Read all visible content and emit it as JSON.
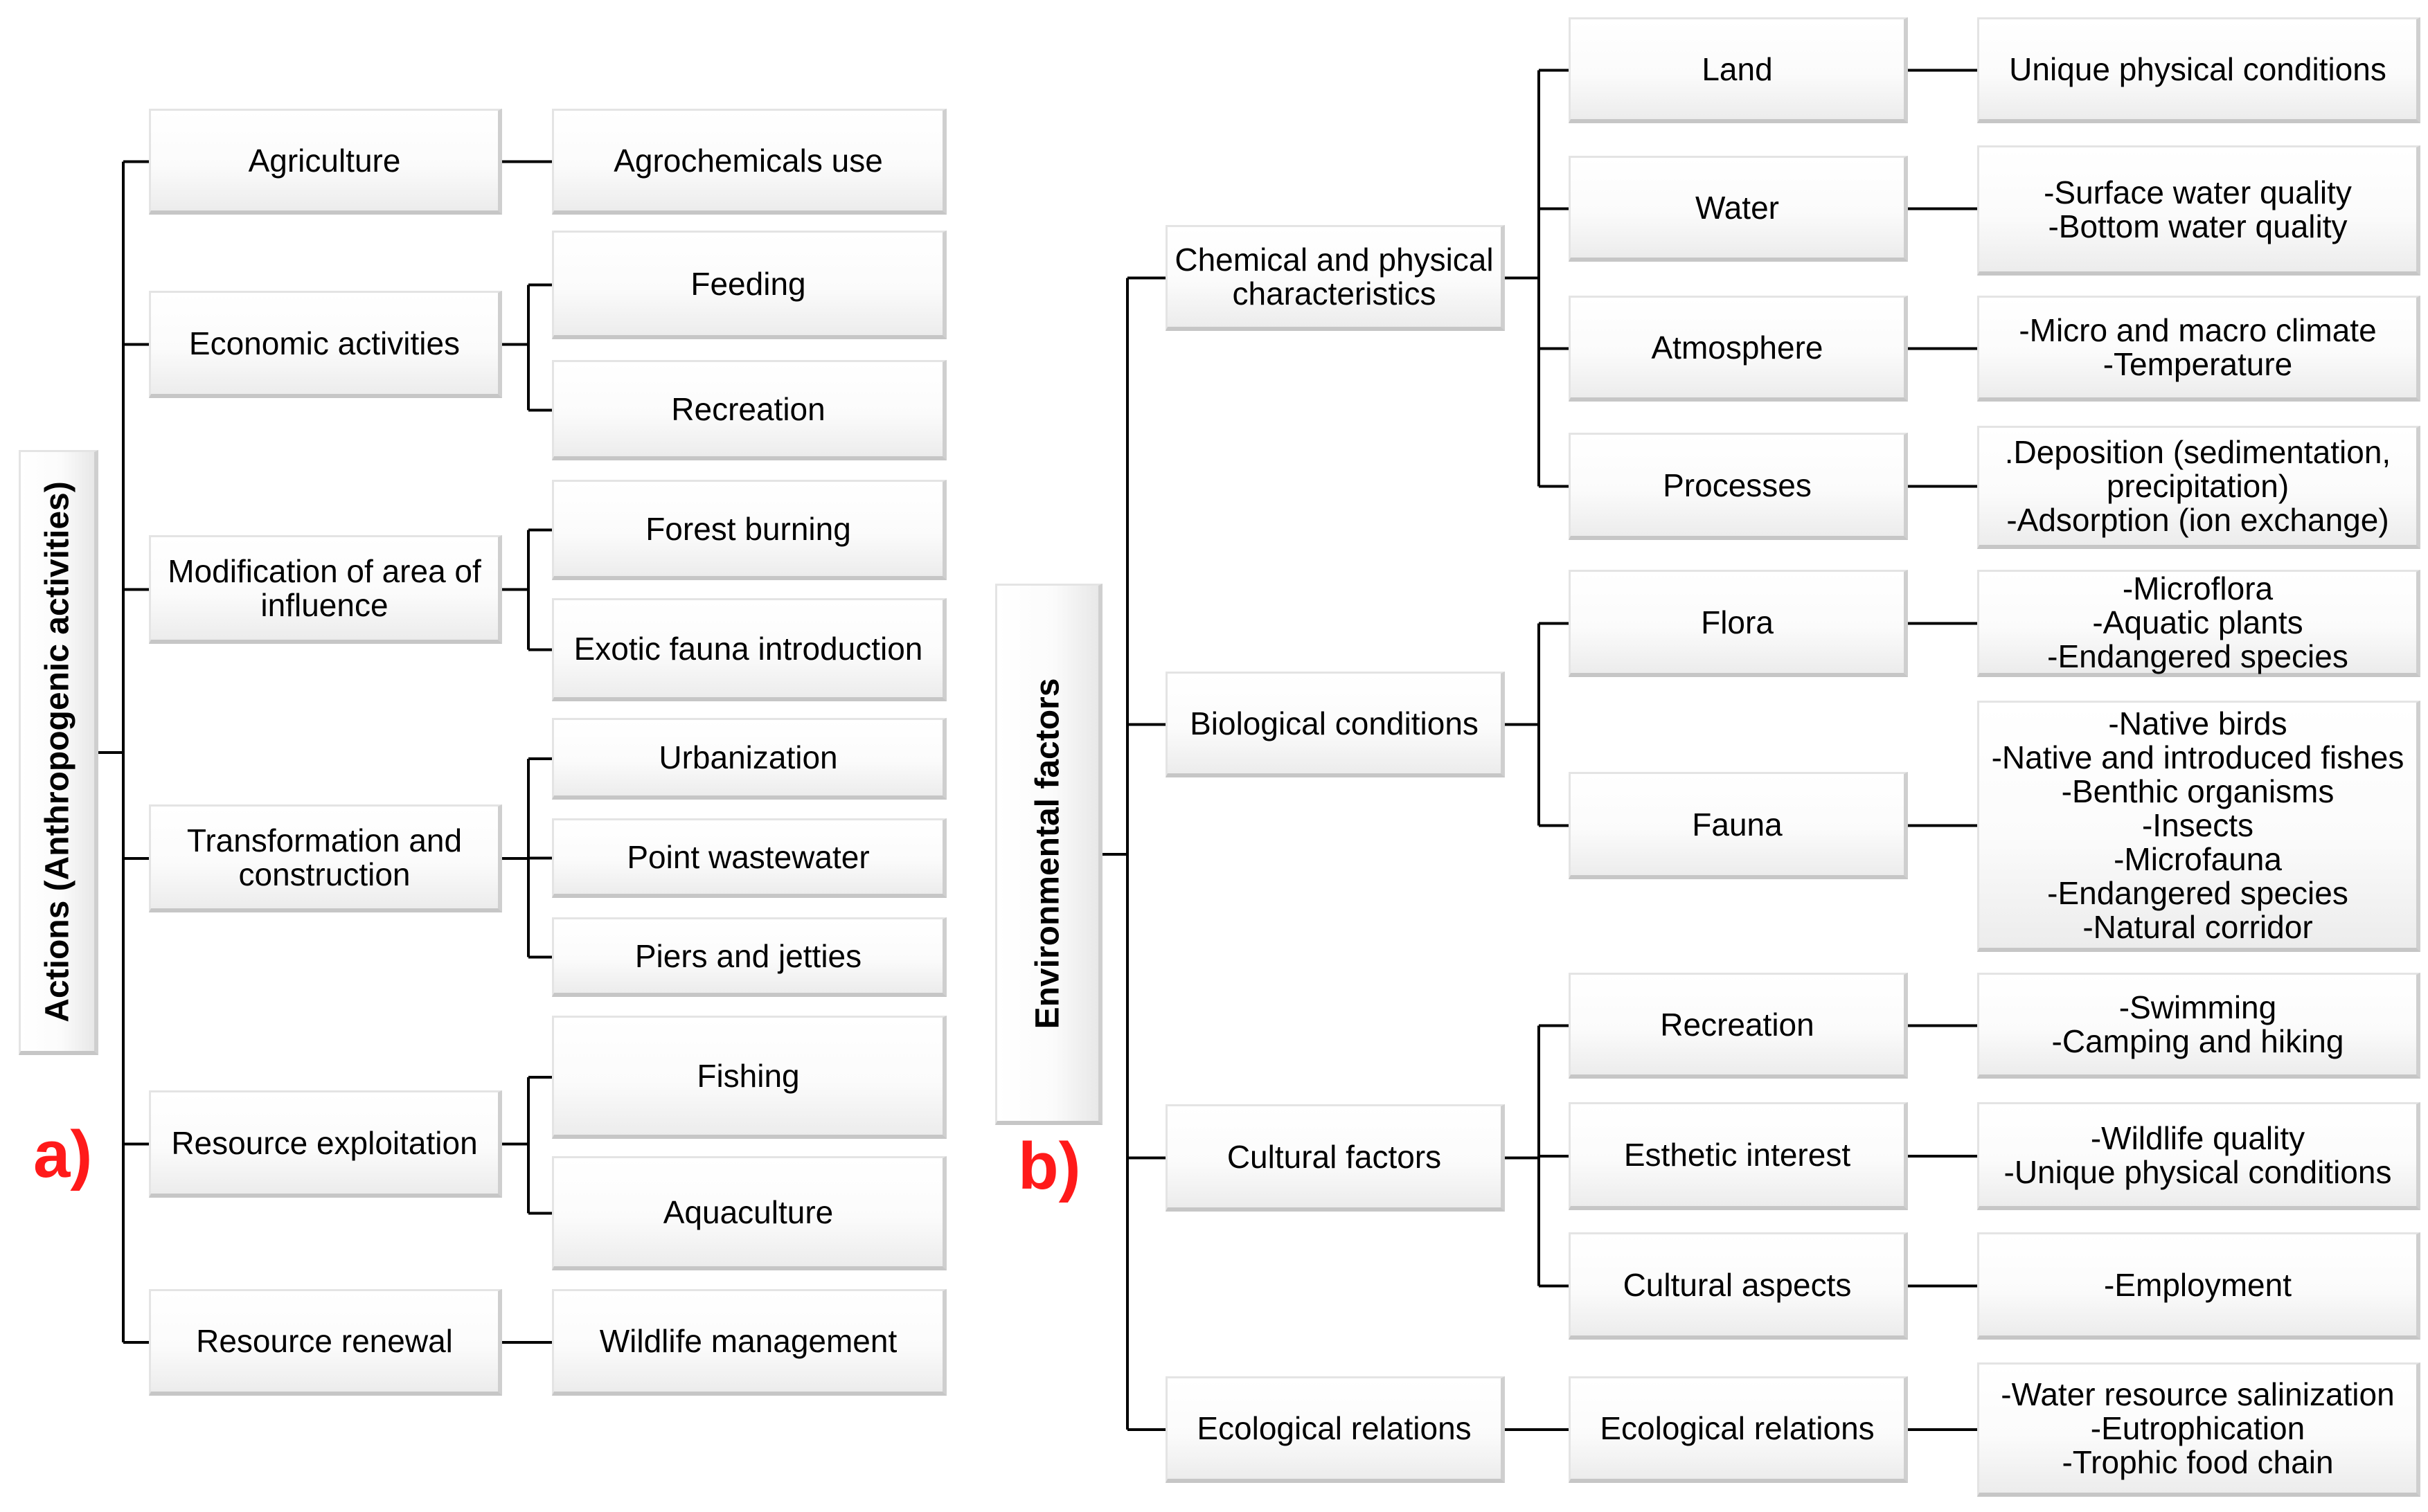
{
  "panel_a": {
    "label": "a)",
    "root": "Actions (Anthropogenic activities)",
    "groups": [
      {
        "name": "Agriculture",
        "items": [
          "Agrochemicals use"
        ]
      },
      {
        "name": "Economic activities",
        "items": [
          "Feeding",
          "Recreation"
        ]
      },
      {
        "name": "Modification of area of\ninfluence",
        "items": [
          "Forest burning",
          "Exotic fauna introduction"
        ]
      },
      {
        "name": "Transformation and\nconstruction",
        "items": [
          "Urbanization",
          "Point wastewater",
          "Piers and jetties"
        ]
      },
      {
        "name": "Resource exploitation",
        "items": [
          "Fishing",
          "Aquaculture"
        ]
      },
      {
        "name": "Resource renewal",
        "items": [
          "Wildlife management"
        ]
      }
    ]
  },
  "panel_b": {
    "label": "b)",
    "root": "Environmental factors",
    "groups": [
      {
        "name": "Chemical and physical\ncharacteristics",
        "subs": [
          {
            "name": "Land",
            "detail": "Unique physical conditions"
          },
          {
            "name": "Water",
            "detail": "-Surface water quality\n-Bottom water quality"
          },
          {
            "name": "Atmosphere",
            "detail": "-Micro and macro climate\n-Temperature"
          },
          {
            "name": "Processes",
            "detail": ".Deposition (sedimentation,\nprecipitation)\n-Adsorption (ion exchange)"
          }
        ]
      },
      {
        "name": "Biological conditions",
        "subs": [
          {
            "name": "Flora",
            "detail": "-Microflora\n-Aquatic plants\n-Endangered species"
          },
          {
            "name": "Fauna",
            "detail": "-Native birds\n-Native and introduced fishes\n-Benthic organisms\n-Insects\n-Microfauna\n-Endangered species\n-Natural corridor"
          }
        ]
      },
      {
        "name": "Cultural factors",
        "subs": [
          {
            "name": "Recreation",
            "detail": "-Swimming\n-Camping and hiking"
          },
          {
            "name": "Esthetic interest",
            "detail": "-Wildlife quality\n-Unique physical conditions"
          },
          {
            "name": "Cultural aspects",
            "detail": "-Employment"
          }
        ]
      },
      {
        "name": "Ecological relations",
        "subs": [
          {
            "name": "Ecological relations",
            "detail": "-Water resource salinization\n-Eutrophication\n-Trophic food chain"
          }
        ]
      }
    ]
  }
}
